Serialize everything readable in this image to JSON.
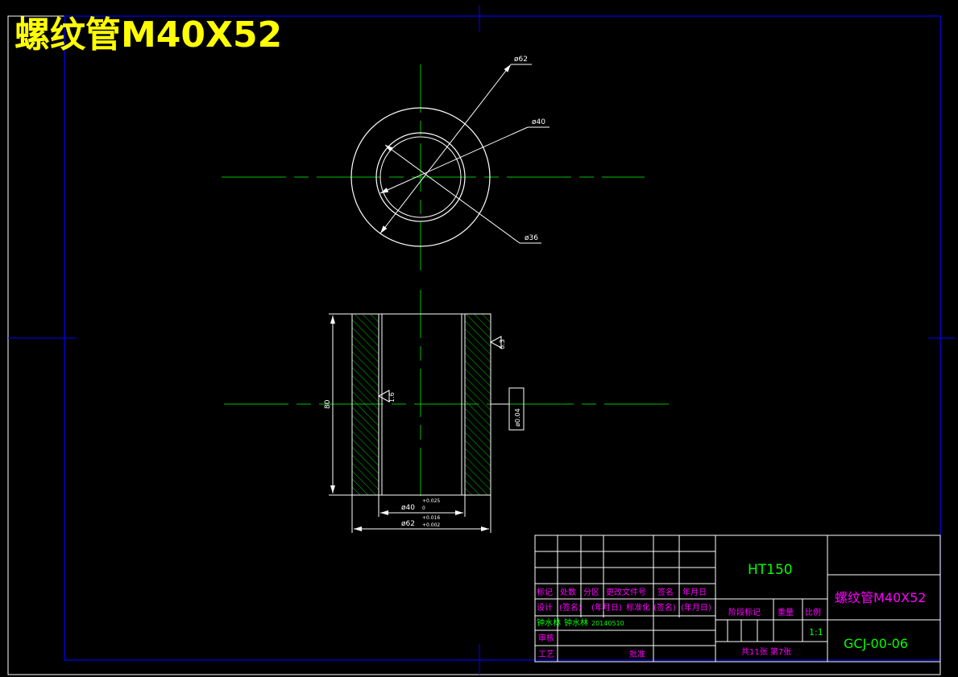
{
  "title": "螺纹管M40X52",
  "dimensions": {
    "top_outer": "ø62",
    "top_mid": "ø40",
    "top_inner": "ø36",
    "length": "80",
    "bore": "ø40",
    "bore_tol_upper": "+0.025",
    "bore_tol_lower": "0",
    "outer": "ø62",
    "outer_tol_upper": "+0.016",
    "outer_tol_lower": "+0.002",
    "rough_right": "6.3",
    "rough_left": "1.6",
    "tolerance_frame": "ø0.04"
  },
  "title_block": {
    "material": "HT150",
    "part_name": "螺纹管M40X52",
    "drawing_no": "GCJ-00-06",
    "header": [
      "标记",
      "处数",
      "分区",
      "更改文件号",
      "签名",
      "年月日"
    ],
    "row_design": [
      "设计",
      "(签名)",
      "(年月日)",
      "标准化",
      "(签名)",
      "(年月日)"
    ],
    "row_name": [
      "钟水林",
      "钟水林",
      "20140510"
    ],
    "check": "审核",
    "process": "工艺",
    "approve": "批准",
    "stage_mark": "阶段标记",
    "weight": "重量",
    "scale_label": "比例",
    "scale": "1:1",
    "sheets": "共11张 第7张"
  },
  "colors": {
    "background": "#000000",
    "frame": "#0000ff",
    "outline": "#ffffff",
    "centerline": "#00c000",
    "title_text": "#ffff00",
    "block_text": "#ff00ff",
    "block_green": "#00ff00"
  }
}
